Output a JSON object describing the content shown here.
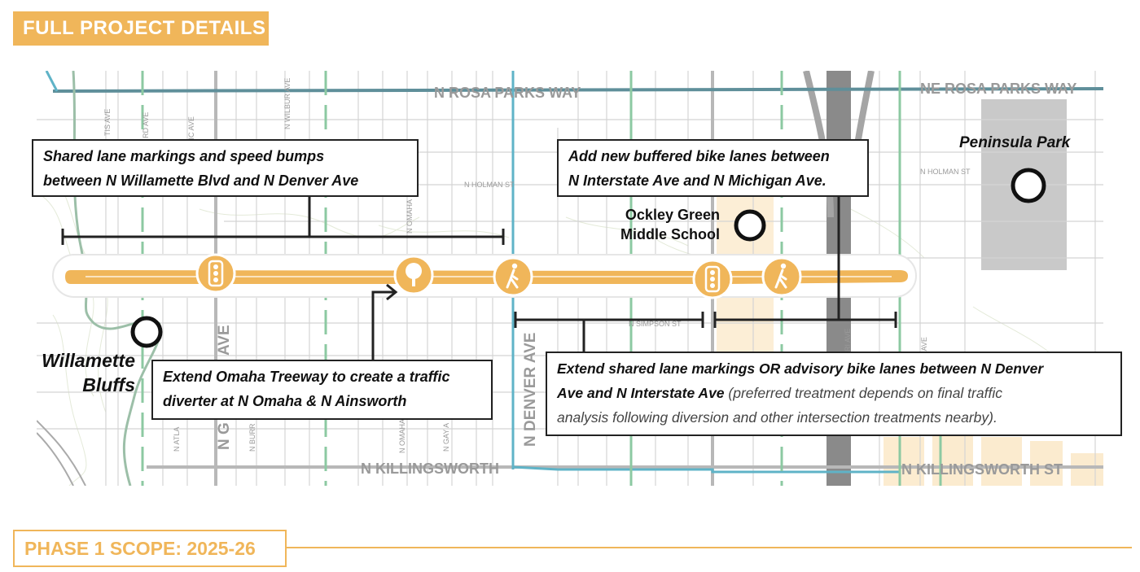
{
  "header": {
    "title": "FULL PROJECT DETAILS"
  },
  "streets": {
    "rosa_parks_west": "N ROSA PARKS WAY",
    "rosa_parks_east": "NE ROSA PARKS WAY",
    "killingsworth_west": "N KILLINGSWORTH",
    "killingsworth_east": "N KILLINGSWORTH ST",
    "denver": "N DENVER AVE",
    "ave_partial": "AVE",
    "g_partial": "N G",
    "holman_west": "N HOLMAN ST",
    "holman_east": "N HOLMAN ST",
    "simpson": "N SIMPSON ST",
    "mississippi": "MISSISSIPPI AVE",
    "omaha_top": "N OMAHA",
    "omaha_bottom": "N OMAHA",
    "wilbur": "N WILBUR AVE",
    "atlantic": "TIC AVE",
    "curtis": "TIS AVE",
    "ford": "RD AVE",
    "atlantic_b": "N ATLA",
    "burr": "N BURR",
    "gay": "N GAY A",
    "vancouver_partial": "RI AVE"
  },
  "pois": {
    "peninsula_park": "Peninsula Park",
    "ockley_line1": "Ockley Green",
    "ockley_line2": "Middle School",
    "bluffs_line1": "Willamette",
    "bluffs_line2": "Bluffs"
  },
  "callouts": {
    "shared_lane": {
      "line1": "Shared lane markings and speed bumps",
      "line2": "between N Willamette Blvd and N Denver Ave"
    },
    "buffered": {
      "line1": "Add new buffered bike lanes between",
      "line2": "N Interstate Ave and N Michigan Ave."
    },
    "omaha": {
      "line1": "Extend Omaha Treeway to create a traffic",
      "line2": "diverter at N Omaha & N Ainsworth"
    },
    "extend": {
      "line1": "Extend shared lane markings OR advisory bike lanes between N Denver",
      "line2_bold": "Ave and N Interstate Ave",
      "line2_light": " (preferred treatment depends on final traffic",
      "line3": "analysis following diversion and other intersection treatments nearby)."
    }
  },
  "corridor_icons": [
    "traffic-signal-icon",
    "tree-icon",
    "pedestrian-icon",
    "traffic-signal-icon",
    "pedestrian-icon"
  ],
  "colors": {
    "accent": "#f0b65a",
    "greenway": "#8cc9a2",
    "transit": "#5fb3c7",
    "street_gray": "#b8b8b8",
    "highway": "#7a7a7a"
  },
  "footer": {
    "phase": "PHASE 1 SCOPE: 2025-26"
  }
}
